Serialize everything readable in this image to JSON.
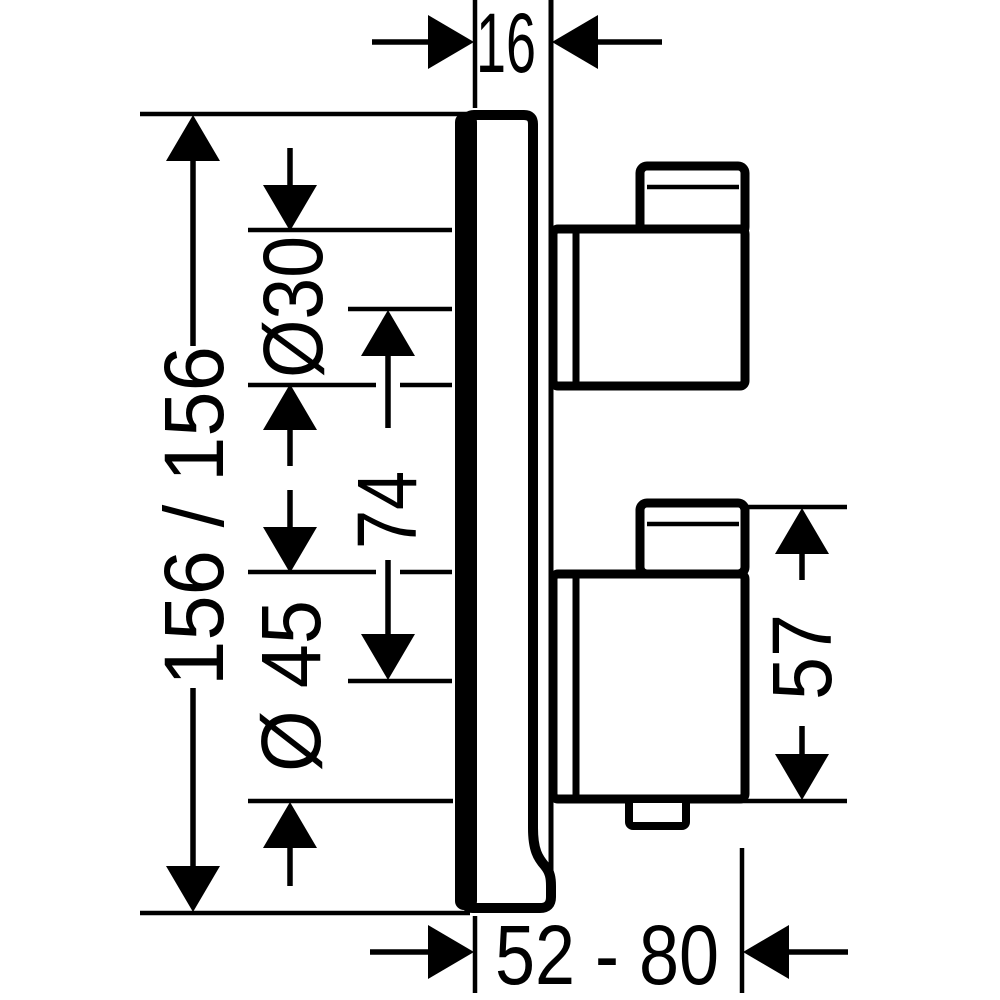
{
  "labels": {
    "plate_thickness": "16",
    "plate_height": "156 / 156",
    "upper_handle_diameter": "Ø30",
    "handle_center_distance": "74",
    "lower_handle_diameter": "Ø 45",
    "lower_handle_height": "57",
    "installation_depth_range": "52 - 80"
  },
  "colors": {
    "line": "#000000",
    "background": "#ffffff"
  }
}
